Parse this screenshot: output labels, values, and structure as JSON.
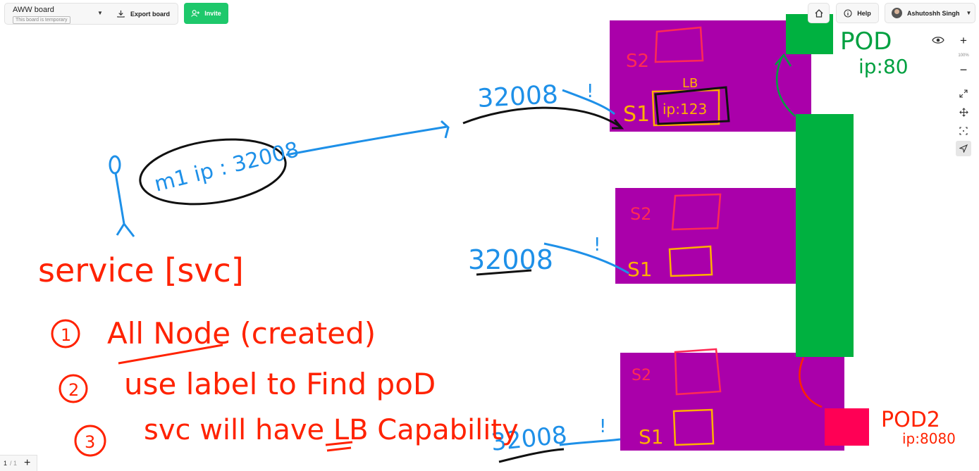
{
  "toolbar": {
    "board_name": "AWW board",
    "temporary_badge": "This board is temporary",
    "export_label": "Export board",
    "invite_label": "Invite",
    "help_label": "Help",
    "user_name": "Ashutoshh Singh",
    "zoom_level": "100%"
  },
  "pager": {
    "current": "1",
    "total": "/ 1"
  },
  "canvas": {
    "colors": {
      "node": "#aa00aa",
      "pod1": "#00b140",
      "pod2": "#ff0055",
      "ink_blue": "#1e90e8",
      "ink_red": "#ff2200",
      "ink_orange": "#ffb000",
      "ink_green": "#00a040",
      "ink_black": "#111111"
    },
    "notes": {
      "title": "service [svc]",
      "item1_num": "1",
      "item1_text": "All Node (created)",
      "item2_num": "2",
      "item2_text": "use label to Find poD",
      "item3_num": "3",
      "item3_text": "svc will have LB Capability",
      "user_ip": "m1 ip : 32008"
    },
    "nodes": [
      {
        "s2": "S2",
        "s1": "S1",
        "lb": "LB",
        "ip": "ip:123",
        "port": "32008"
      },
      {
        "s2": "S2",
        "s1": "S1",
        "port": "32008"
      },
      {
        "s2": "S2",
        "s1": "S1",
        "port": "32008"
      }
    ],
    "pod1": {
      "label": "POD",
      "ip": "ip:80"
    },
    "pod2": {
      "label": "POD2",
      "ip": "ip:8080"
    }
  }
}
